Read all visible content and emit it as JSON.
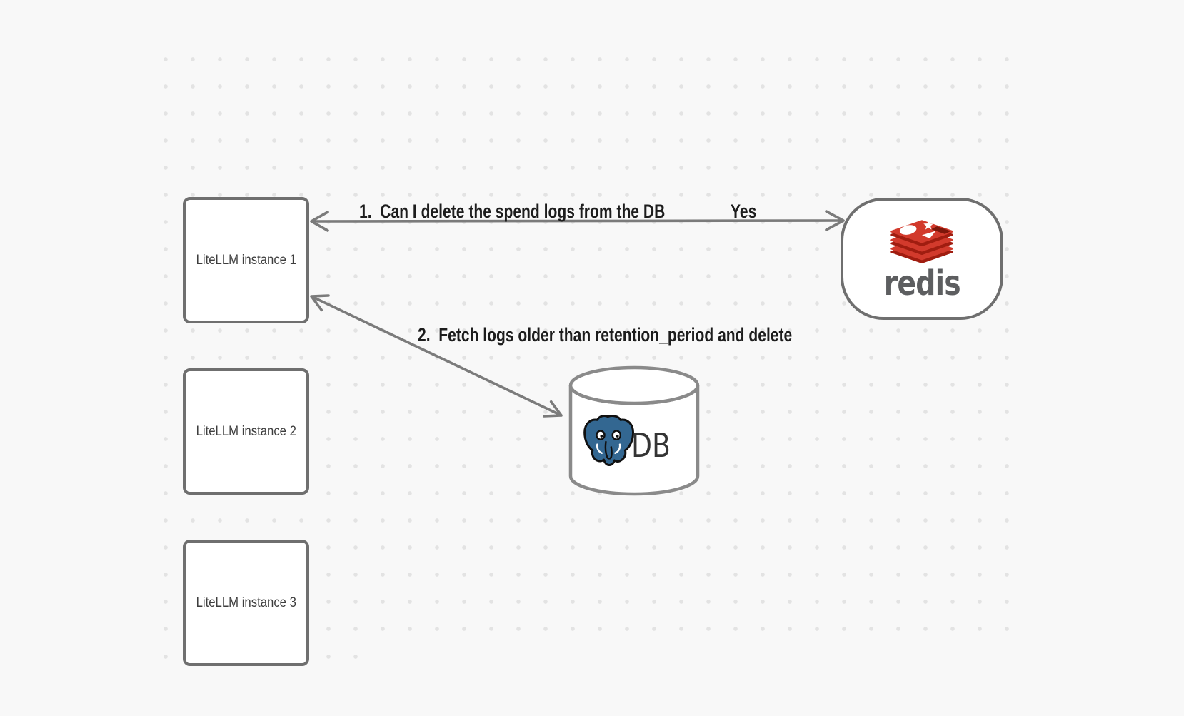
{
  "canvas": {
    "background": "#f8f8f8",
    "dot_color": "#e3e3e3"
  },
  "nodes": {
    "instances": [
      {
        "label": "LiteLLM instance 1"
      },
      {
        "label": "LiteLLM instance 2"
      },
      {
        "label": "LiteLLM instance 3"
      }
    ],
    "redis": {
      "wordmark": "redis",
      "icon": "redis-stack-icon",
      "brand_red": "#d23a2c",
      "brand_dark_red": "#a01d10",
      "wordmark_color": "#5d5e60"
    },
    "database": {
      "label": "DB",
      "icon": "postgresql-elephant-icon",
      "postgres_blue": "#336791"
    }
  },
  "connections": [
    {
      "id": 1,
      "label": "1.  Can I delete the spend logs from the DB",
      "reply": "Yes",
      "from": "LiteLLM instance 1",
      "to": "redis",
      "style": "double-headed-arrow"
    },
    {
      "id": 2,
      "label": "2.  Fetch logs older than retention_period and delete",
      "from": "LiteLLM instance 1",
      "to": "DB",
      "style": "double-headed-arrow"
    }
  ]
}
